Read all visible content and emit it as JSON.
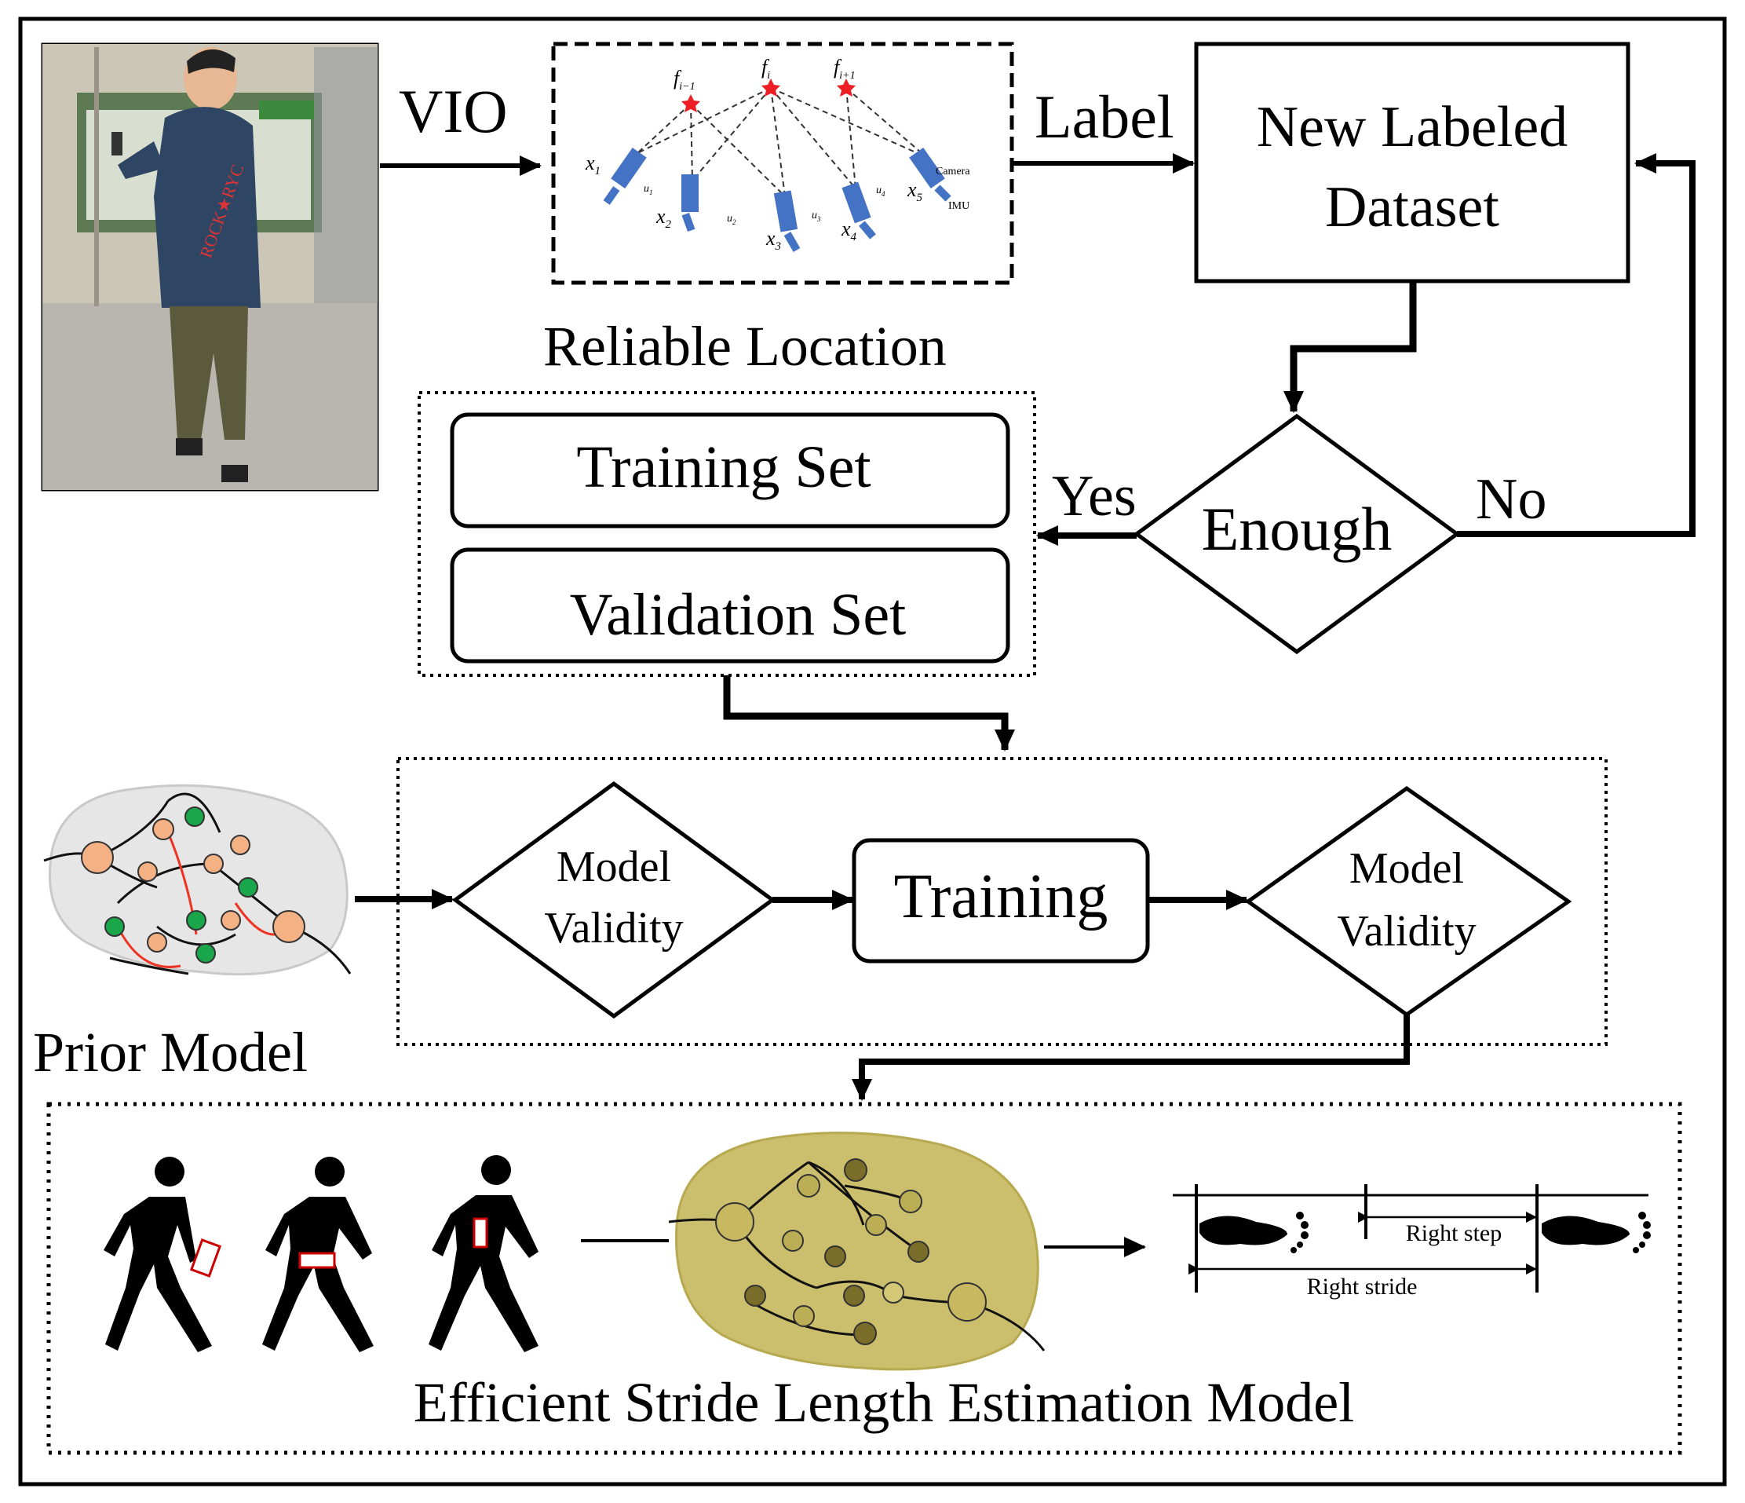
{
  "arrows": {
    "vio": "VIO",
    "label": "Label"
  },
  "reliable_location": {
    "caption": "Reliable Location",
    "features": {
      "f_prev": "f",
      "f_prev_sub": "i−1",
      "f_cur": "f",
      "f_cur_sub": "i",
      "f_next": "f",
      "f_next_sub": "i+1"
    },
    "poses": [
      {
        "main": "x",
        "sub": "1"
      },
      {
        "main": "x",
        "sub": "2"
      },
      {
        "main": "x",
        "sub": "3"
      },
      {
        "main": "x",
        "sub": "4"
      },
      {
        "main": "x",
        "sub": "5"
      }
    ],
    "imu_terms": [
      {
        "main": "u",
        "sub": "1"
      },
      {
        "main": "u",
        "sub": "2"
      },
      {
        "main": "u",
        "sub": "3"
      },
      {
        "main": "u",
        "sub": "4"
      }
    ],
    "camera_label": "Camera",
    "imu_label": "IMU"
  },
  "dataset": {
    "line1": "New Labeled",
    "line2": "Dataset"
  },
  "decision": {
    "label": "Enough",
    "yes": "Yes",
    "no": "No"
  },
  "splits": {
    "training": "Training Set",
    "validation": "Validation Set"
  },
  "pipeline": {
    "validity1_line1": "Model",
    "validity1_line2": "Validity",
    "training": "Training",
    "validity2_line1": "Model",
    "validity2_line2": "Validity"
  },
  "prior_model": {
    "caption": "Prior Model"
  },
  "output": {
    "title": "Efficient Stride Length Estimation Model",
    "right_step": "Right step",
    "right_stride": "Right stride"
  },
  "colors": {
    "accent_blue": "#4472c4",
    "feature_red": "#ee1c25",
    "node_orange": "#f4b183",
    "node_green": "#1aa64a",
    "olive": "#b7a94f"
  }
}
